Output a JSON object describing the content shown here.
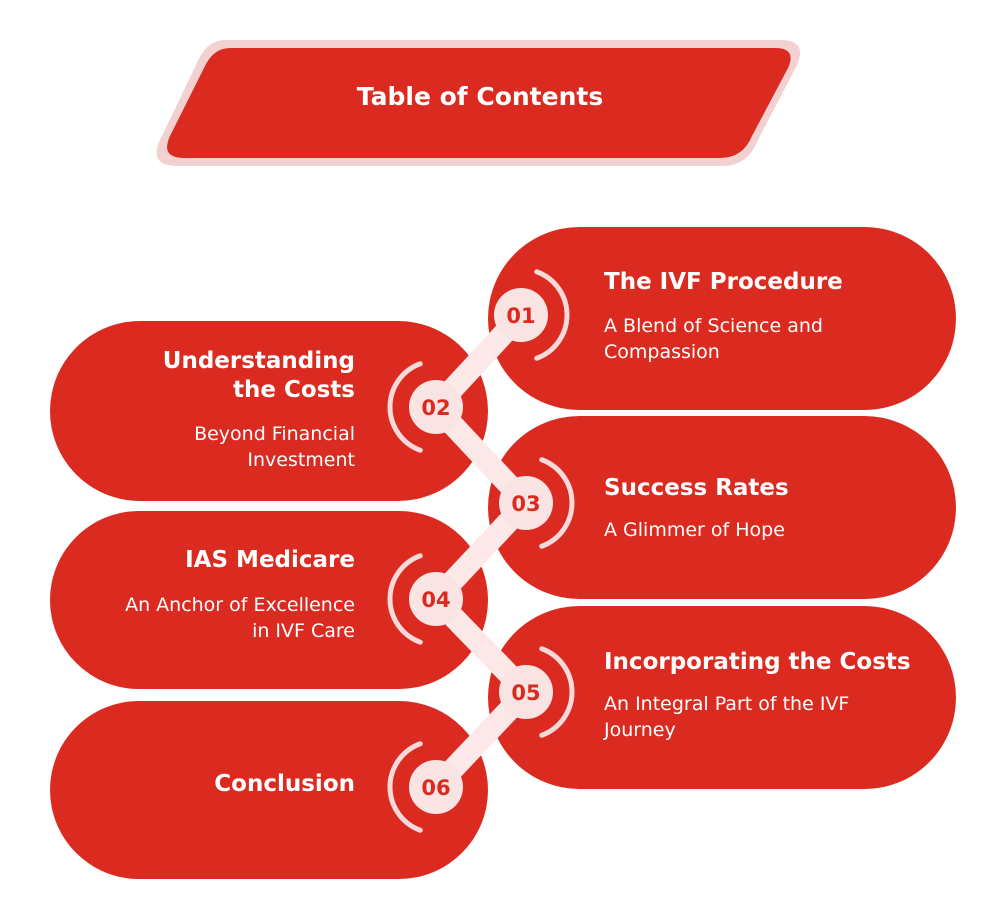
{
  "header": {
    "title": "Table of Contents"
  },
  "colors": {
    "primary": "#DB2B20",
    "border": "#F3D1D1",
    "node_fill": "#F9E3E3",
    "connector": "#FCE8E8"
  },
  "items": [
    {
      "number": "01",
      "title": "The IVF Procedure",
      "subtitle": "A Blend of Science and\nCompassion",
      "side": "right"
    },
    {
      "number": "02",
      "title": "Understanding\nthe Costs",
      "subtitle": "Beyond Financial\nInvestment",
      "side": "left"
    },
    {
      "number": "03",
      "title": "Success Rates",
      "subtitle": "A Glimmer of Hope",
      "side": "right"
    },
    {
      "number": "04",
      "title": "IAS Medicare",
      "subtitle": "An Anchor of Excellence\nin IVF Care",
      "side": "left"
    },
    {
      "number": "05",
      "title": "Incorporating the Costs",
      "subtitle": "An Integral Part of the IVF\nJourney",
      "side": "right"
    },
    {
      "number": "06",
      "title": "Conclusion",
      "subtitle": "",
      "side": "left"
    }
  ]
}
